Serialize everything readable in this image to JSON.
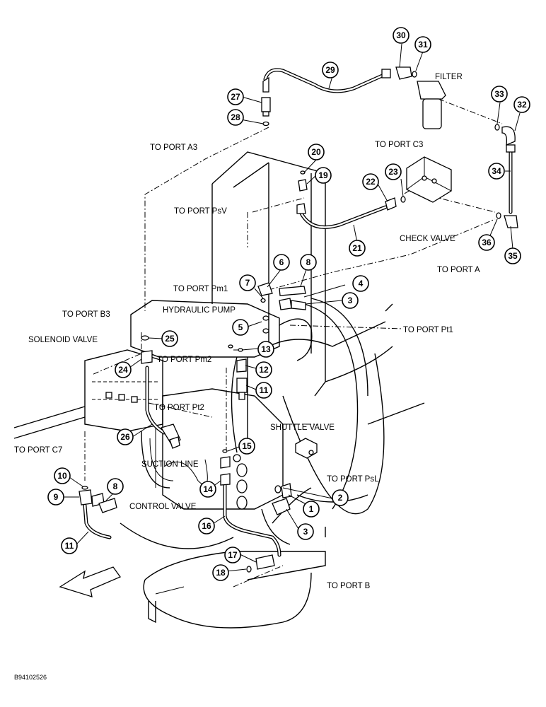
{
  "labels": {
    "filter": "FILTER",
    "to_port_a3": "TO PORT A3",
    "to_port_c3": "TO PORT C3",
    "to_port_psv": "TO PORT PsV",
    "check_valve": "CHECK VALVE",
    "to_port_a": "TO PORT A",
    "to_port_pm1": "TO PORT Pm1",
    "hydraulic_pump": "HYDRAULIC PUMP",
    "to_port_b3": "TO PORT B3",
    "to_port_pt1": "TO PORT Pt1",
    "solenoid_valve": "SOLENOID VALVE",
    "to_port_pm2": "TO PORT Pm2",
    "to_port_pt2": "TO PORT Pt2",
    "shuttle_valve": "SHUTTLE VALVE",
    "to_port_c7": "TO PORT C7",
    "suction_line": "SUCTION LINE",
    "to_port_psl": "TO PORT PsL",
    "control_valve": "CONTROL VALVE",
    "to_port_b": "TO PORT B",
    "front": "FRONT",
    "drawing_code": "B94102526"
  },
  "callouts": [
    "1",
    "2",
    "3",
    "3",
    "4",
    "5",
    "6",
    "7",
    "8",
    "8",
    "9",
    "10",
    "11",
    "11",
    "12",
    "13",
    "14",
    "15",
    "16",
    "17",
    "18",
    "19",
    "20",
    "21",
    "22",
    "23",
    "24",
    "25",
    "26",
    "27",
    "28",
    "29",
    "30",
    "31",
    "32",
    "33",
    "34",
    "35",
    "36"
  ]
}
